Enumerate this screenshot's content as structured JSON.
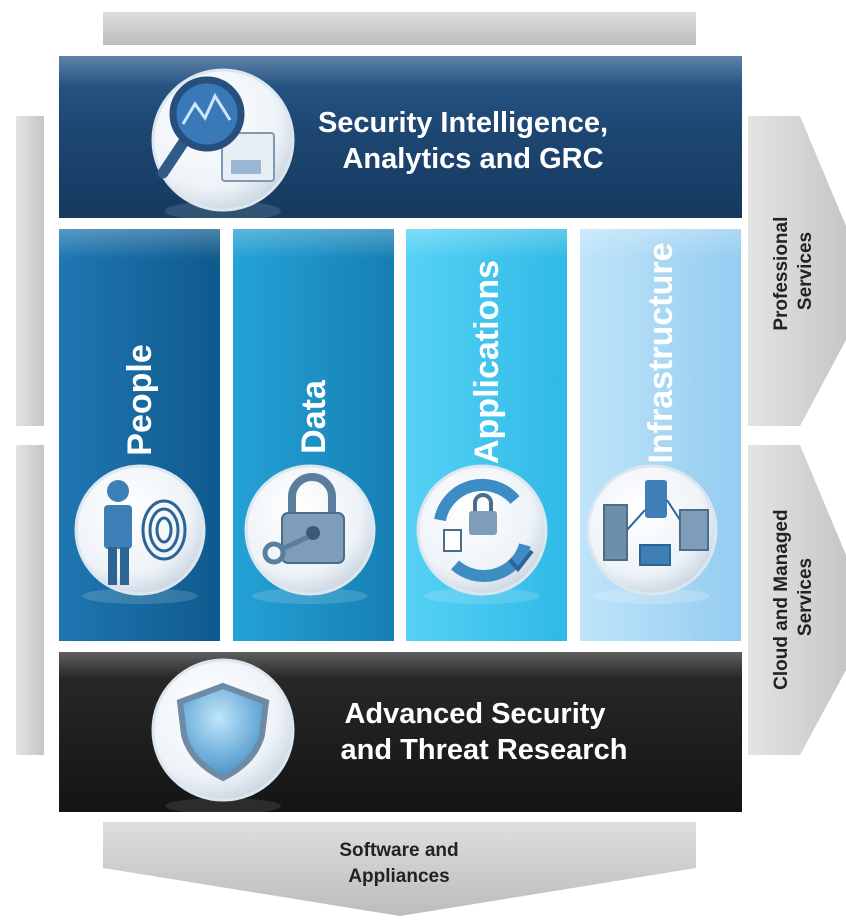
{
  "top_layer": {
    "title_line1": "Security Intelligence,",
    "title_line2": "Analytics and GRC",
    "icon": "magnifier-analytics-icon"
  },
  "pillars": [
    {
      "label": "People",
      "icon": "person-fingerprint-icon",
      "color": "#17649a"
    },
    {
      "label": "Data",
      "icon": "padlock-key-icon",
      "color": "#1a8fc4"
    },
    {
      "label": "Applications",
      "icon": "lock-cycle-icon",
      "color": "#3fc7ef"
    },
    {
      "label": "Infrastructure",
      "icon": "servers-network-icon",
      "color": "#a7d8f5"
    }
  ],
  "bottom_layer": {
    "title_line1": "Advanced Security",
    "title_line2": "and Threat Research",
    "icon": "shield-icon"
  },
  "right_arrows": [
    {
      "line1": "Professional",
      "line2": "Services"
    },
    {
      "line1": "Cloud and Managed",
      "line2": "Services"
    }
  ],
  "bottom_arrow": {
    "line1": "Software and",
    "line2": "Appliances"
  },
  "colors": {
    "top_band": "#1c4570",
    "bottom_band": "#1c1c1c",
    "frame_gray": "#d8d8d8",
    "text_light": "#ffffff",
    "text_dark": "#222222"
  }
}
